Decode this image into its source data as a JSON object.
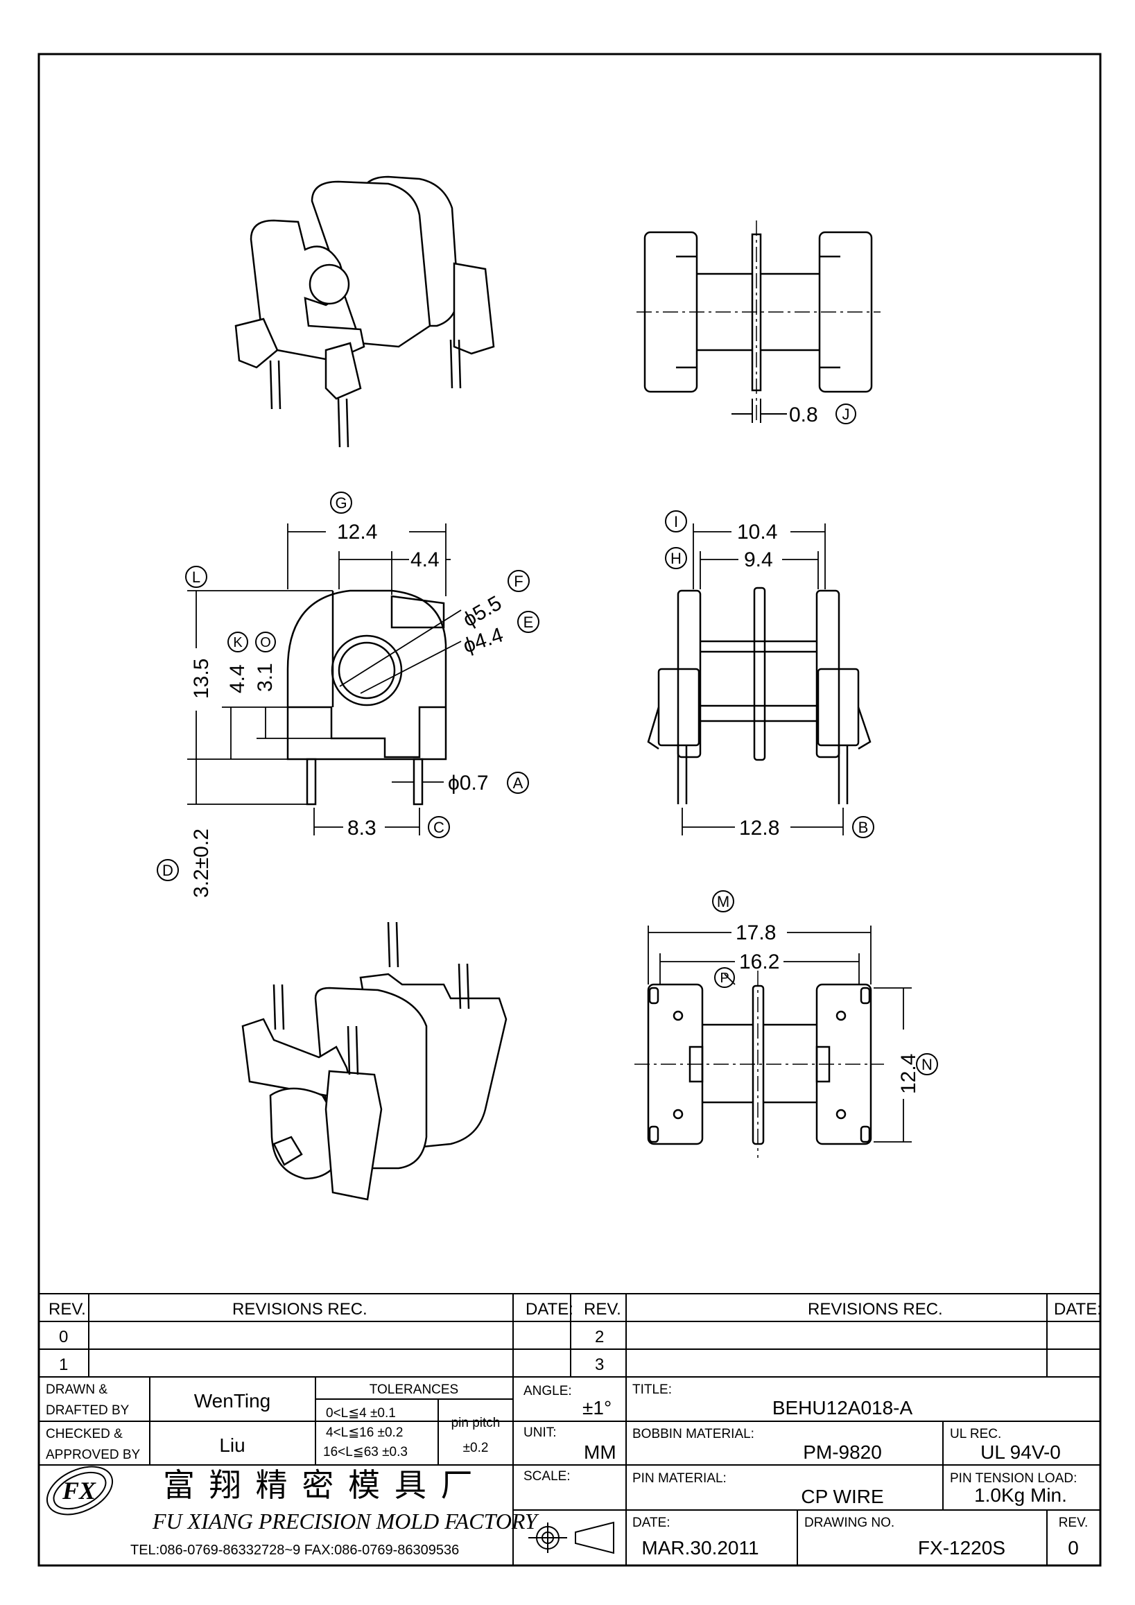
{
  "views": {
    "side_top": {
      "dim_0_8": "0.8",
      "label_j": "J"
    },
    "front": {
      "dim_12_4": "12.4",
      "label_g": "G",
      "dim_4_4_top": "4.4",
      "dim_13_5": "13.5",
      "label_l": "L",
      "dim_4_4_left": "4.4",
      "label_k": "K",
      "dim_3_1": "3.1",
      "label_o": "O",
      "dim_5_5": "ϕ5.5",
      "label_f": "F",
      "dim_4_4_dia": "ϕ4.4",
      "label_e": "E",
      "dim_0_7": "ϕ0.7",
      "label_a": "A",
      "dim_8_3": "8.3",
      "label_c": "C",
      "dim_3_2": "3.2±0.2",
      "label_d": "D"
    },
    "side": {
      "dim_10_4": "10.4",
      "label_i": "I",
      "dim_9_4": "9.4",
      "label_h": "H",
      "dim_12_8": "12.8",
      "label_b": "B"
    },
    "bottom": {
      "dim_17_8": "17.8",
      "label_m": "M",
      "dim_16_2": "16.2",
      "label_p": "P",
      "dim_12_4": "12.4",
      "label_n": "N"
    }
  },
  "title_block": {
    "rev_header": "REV.",
    "revisions_header": "REVISIONS   REC.",
    "date_header": "DATE:",
    "rev_rows_left": [
      "0",
      "1"
    ],
    "rev_rows_right": [
      "2",
      "3"
    ],
    "drawn_label_1": "DRAWN &",
    "drawn_label_2": "DRAFTED BY",
    "drawn_value": "WenTing",
    "checked_label_1": "CHECKED &",
    "checked_label_2": "APPROVED BY",
    "checked_value": "Liu",
    "tolerances_header": "TOLERANCES",
    "tol_rows": [
      "0<L≦4   ±0.1",
      "4<L≦16  ±0.2",
      "16<L≦63  ±0.3"
    ],
    "pin_pitch_label": "pin pitch",
    "pin_pitch_value": "±0.2",
    "angle_label": "ANGLE:",
    "angle_value": "±1°",
    "unit_label": "UNIT:",
    "unit_value": "MM",
    "scale_label": "SCALE:",
    "title_label": "TITLE:",
    "title_value": "BEHU12A018-A",
    "bobbin_label": "BOBBIN MATERIAL:",
    "bobbin_value": "PM-9820",
    "ul_label": "UL REC.",
    "ul_value": "UL 94V-0",
    "pin_material_label": "PIN MATERIAL:",
    "pin_material_value": "CP WIRE",
    "pin_tension_label": "PIN TENSION LOAD:",
    "pin_tension_value": "1.0Kg Min.",
    "date_label": "DATE:",
    "date_value": "MAR.30.2011",
    "drawing_no_label": "DRAWING NO.",
    "drawing_no_value": "FX-1220S",
    "rev_label": "REV.",
    "rev_value": "0",
    "company_cn": "富 翔 精 密 模 具 厂",
    "company_en": "FU XIANG PRECISION MOLD FACTORY",
    "company_tel": "TEL:086-0769-86332728~9   FAX:086-0769-86309536"
  }
}
